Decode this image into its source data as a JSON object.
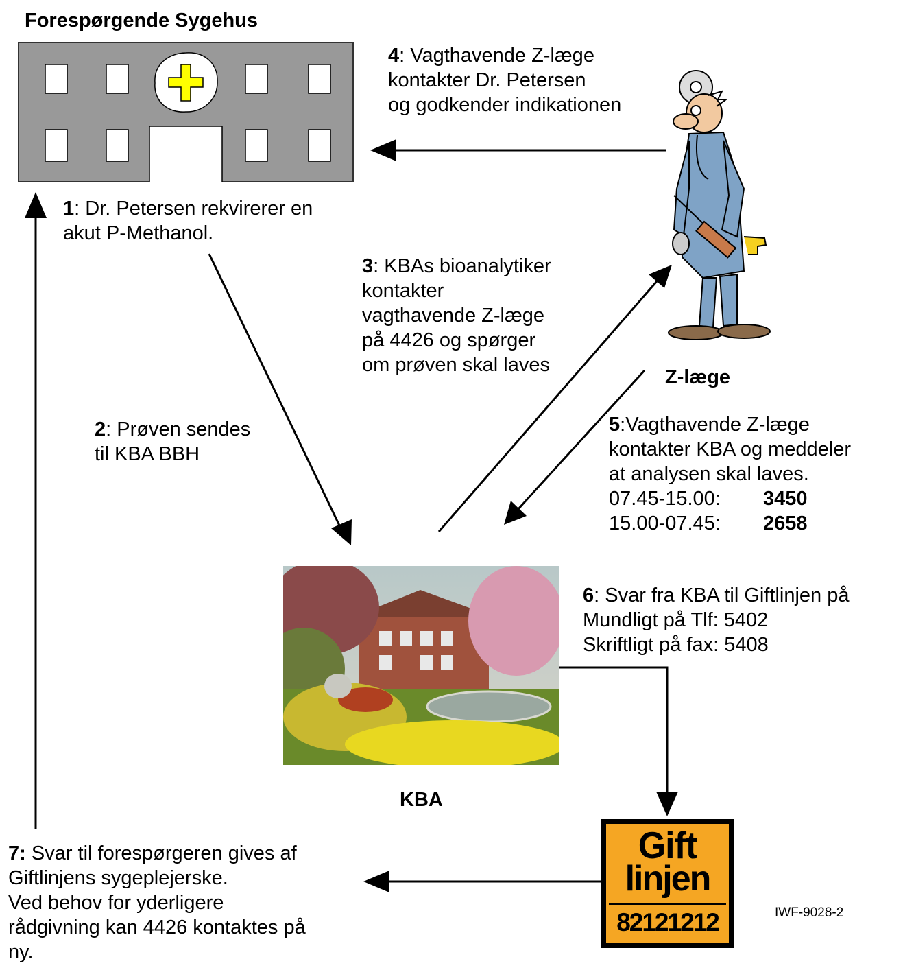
{
  "hospital": {
    "title": "Forespørgende Sygehus",
    "cross_color": "#ffff00"
  },
  "zlaege": {
    "label": "Z-læge"
  },
  "kba": {
    "label": "KBA"
  },
  "giftlinjen": {
    "word1": "Gift",
    "word2": "linjen",
    "phone": "82121212",
    "bg_color": "#f5a623"
  },
  "steps": {
    "s1": {
      "num": "1",
      "lines": [
        ": Dr. Petersen rekvirerer en",
        "akut P-Methanol."
      ]
    },
    "s2": {
      "num": "2",
      "lines": [
        ": Prøven sendes",
        "til KBA BBH"
      ]
    },
    "s3": {
      "num": "3",
      "lines": [
        ": KBAs bioanalytiker",
        "kontakter",
        "vagthavende Z-læge",
        "på 4426 og spørger",
        "om prøven skal laves"
      ]
    },
    "s4": {
      "num": "4",
      "lines": [
        ": Vagthavende Z-læge",
        "kontakter Dr. Petersen",
        "og godkender indikationen"
      ]
    },
    "s5": {
      "num": "5",
      "lines": [
        ":Vagthavende Z-læge",
        "kontakter KBA og meddeler",
        "at analysen skal laves."
      ],
      "times": [
        {
          "range": "07.45-15.00:",
          "number": "3450"
        },
        {
          "range": "15.00-07.45:",
          "number": "2658"
        }
      ]
    },
    "s6": {
      "num": "6",
      "lines": [
        ": Svar fra KBA til Giftlinjen på",
        "Mundligt på Tlf: 5402",
        "Skriftligt på fax: 5408"
      ]
    },
    "s7": {
      "num": "7:",
      "lines": [
        " Svar til forespørgeren gives af",
        "Giftlinjens sygeplejerske.",
        "Ved behov for yderligere",
        "rådgivning kan 4426 kontaktes på",
        "ny."
      ]
    }
  },
  "doc_id": "IWF-9028-2"
}
